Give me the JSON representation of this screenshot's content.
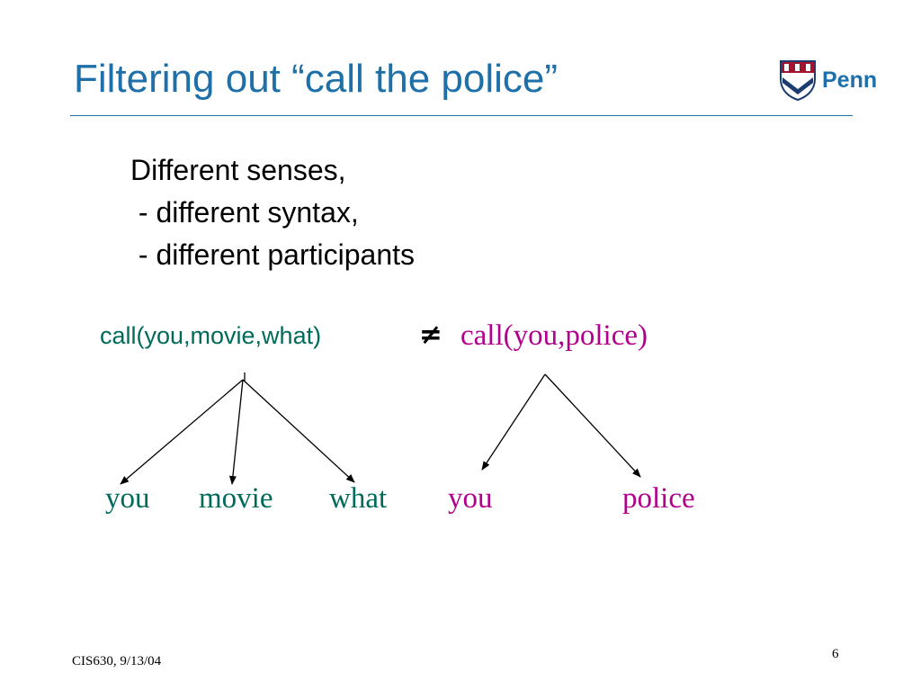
{
  "slide": {
    "title": "Filtering out “call the police”",
    "logo": {
      "text": "Penn",
      "icon": "penn-shield-icon"
    },
    "bullets": [
      "Different senses,",
      " - different syntax,",
      " - different participants"
    ],
    "comparison": {
      "left_expr": "call(you,movie,what)",
      "operator": "≠",
      "right_expr": "call(you,police)"
    },
    "left_tree": {
      "children": [
        "you",
        "movie",
        "what"
      ]
    },
    "right_tree": {
      "children": [
        "you",
        "police"
      ]
    },
    "footer": {
      "course": "CIS630, 9/13/04",
      "page_number": "6"
    }
  },
  "colors": {
    "title": "#1f6fa8",
    "rule": "#1f6fa8",
    "logo_text": "#1f6fa8",
    "green": "#006b5a",
    "magenta": "#b0008c",
    "arrows": "#000000"
  }
}
